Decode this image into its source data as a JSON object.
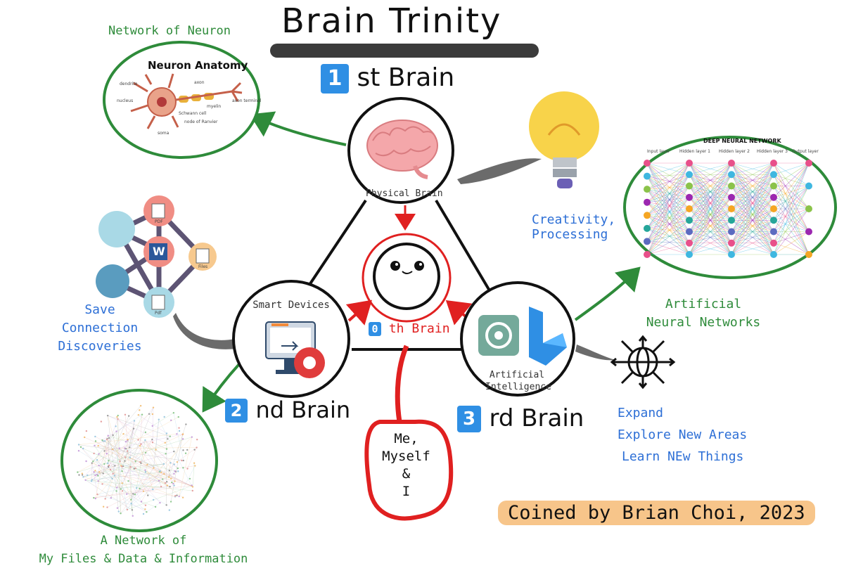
{
  "title": "Brain Trinity",
  "first_brain": {
    "number": "1",
    "label": "st Brain",
    "circle_caption": "Physical Brain"
  },
  "second_brain": {
    "number": "2",
    "label": "nd Brain",
    "circle_caption": "Smart Devices"
  },
  "third_brain": {
    "number": "3",
    "label": "rd Brain",
    "circle_caption_line1": "Artificial",
    "circle_caption_line2": "Intelligence"
  },
  "zeroth_brain": {
    "number": "0",
    "label": "th Brain"
  },
  "me_bubble": {
    "line1": "Me,",
    "line2": "Myself",
    "line3": "&",
    "line4": "I"
  },
  "network_of_neuron": "Network of Neuron",
  "neuron_anatomy": {
    "title": "Neuron Anatomy",
    "labels": [
      "dendrite",
      "axon",
      "nucleus",
      "Schwann cell",
      "myelin",
      "axon terminal",
      "node of Ranvier",
      "soma"
    ]
  },
  "creativity": {
    "line1": "Creativity,",
    "line2": "Processing"
  },
  "save_connection": {
    "line1": "Save",
    "line2": "Connection",
    "line3": "Discoveries"
  },
  "ann_label": {
    "line1": "Artificial",
    "line2": "Neural Networks"
  },
  "dnn": {
    "title": "DEEP NEURAL NETWORK",
    "layers": [
      "Input layer",
      "Hidden layer 1",
      "Hidden layer 2",
      "Hidden layer 3",
      "Output layer"
    ]
  },
  "expand": {
    "line1": "Expand",
    "line2": "Explore New Areas",
    "line3": "Learn NEw Things"
  },
  "files_network": {
    "line1": "A Network of",
    "line2": "My Files & Data & Information"
  },
  "coined_by": "Coined by Brian Choi, 2023",
  "file_icons": {
    "pdf": "PDF",
    "file": "Files",
    "word": "W",
    "ppt": "Pdf"
  },
  "colors": {
    "green": "#2e8b3a",
    "blue": "#2d6fd6",
    "red": "#e02020",
    "badge_blue": "#2f8fe4",
    "highlight": "#f7c58a"
  }
}
